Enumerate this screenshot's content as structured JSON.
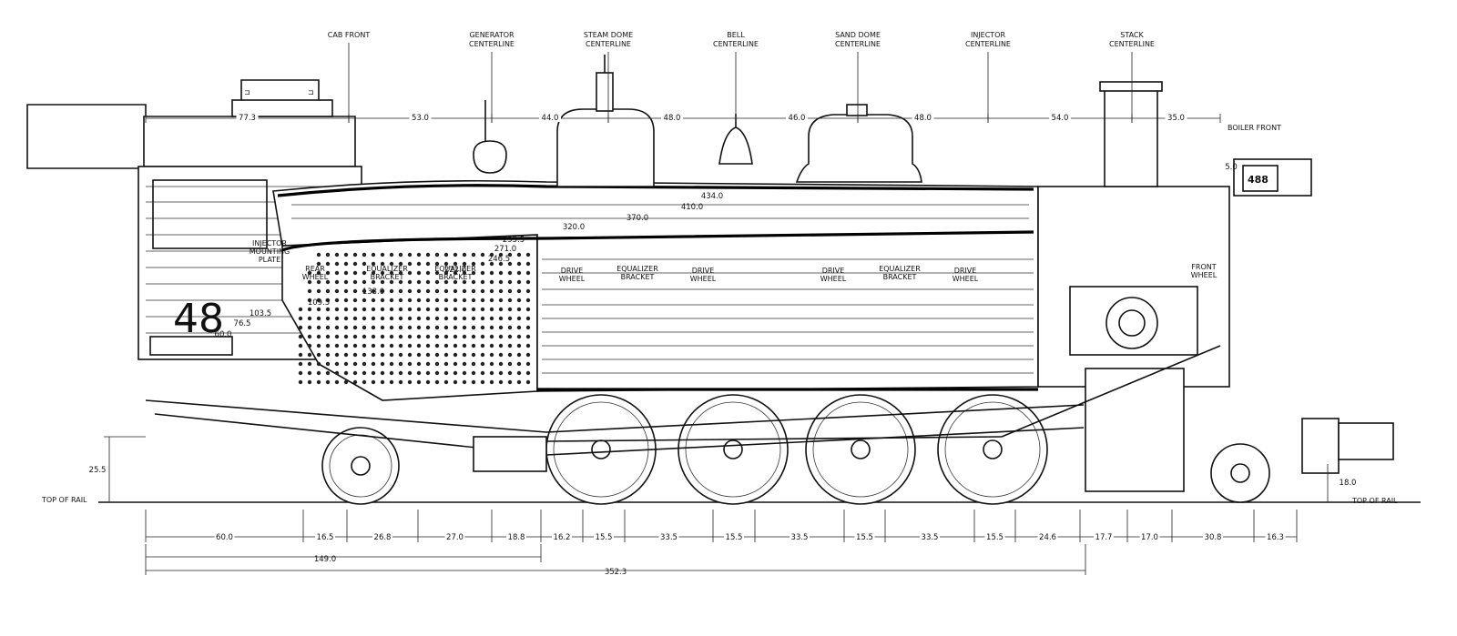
{
  "callouts": [
    {
      "id": "cab-front",
      "lines": [
        "CAB FRONT"
      ]
    },
    {
      "id": "generator",
      "lines": [
        "GENERATOR",
        "CENTERLINE"
      ]
    },
    {
      "id": "steam-dome",
      "lines": [
        "STEAM DOME",
        "CENTERLINE"
      ]
    },
    {
      "id": "bell",
      "lines": [
        "BELL",
        "CENTERLINE"
      ]
    },
    {
      "id": "sand-dome",
      "lines": [
        "SAND DOME",
        "CENTERLINE"
      ]
    },
    {
      "id": "injector",
      "lines": [
        "INJECTOR",
        "CENTERLINE"
      ]
    },
    {
      "id": "stack",
      "lines": [
        "STACK",
        "CENTERLINE"
      ]
    }
  ],
  "labels": {
    "boiler_front": "BOILER FRONT",
    "top_of_rail": "TOP OF RAIL",
    "top_of_rail_right": "TOP OF RAIL",
    "injector_mounting": [
      "INJECTOR",
      "MOUNTING",
      "PLATE"
    ],
    "rear_wheel": [
      "REAR",
      "WHEEL"
    ],
    "equalizer_bracket_1": [
      "EQUALIZER",
      "BRACKET"
    ],
    "equalizer_bracket_2": [
      "EQUALIZER",
      "BRACKET"
    ],
    "equalizer_bracket_3": [
      "EQUALIZER",
      "BRACKET"
    ],
    "equalizer_bracket_4": [
      "EQUALIZER",
      "BRACKET"
    ],
    "drive_wheel_1": [
      "DRIVE",
      "WHEEL"
    ],
    "drive_wheel_2": [
      "DRIVE",
      "WHEEL"
    ],
    "drive_wheel_3": [
      "DRIVE",
      "WHEEL"
    ],
    "drive_wheel_4": [
      "DRIVE",
      "WHEEL"
    ],
    "front_wheel": [
      "FRONT",
      "WHEEL"
    ],
    "number_plate": "488",
    "cab_number": "48"
  },
  "top_dimensions": [
    "77.3",
    "53.0",
    "44.0",
    "48.0",
    "46.0",
    "48.0",
    "54.0",
    "35.0"
  ],
  "boiler_front_offset": "5.0",
  "internal_dimensions": [
    "434.0",
    "410.0",
    "370.0",
    "320.0",
    "295.5",
    "271.0",
    "246.5",
    "222.0",
    "133.0",
    "103.5",
    "109.5",
    "76.5",
    "60.0"
  ],
  "height_dimensions": {
    "left": "25.5",
    "right": "18.0"
  },
  "bottom_dimensions": [
    "60.0",
    "16.5",
    "26.8",
    "27.0",
    "18.8",
    "16.2",
    "15.5",
    "33.5",
    "15.5",
    "33.5",
    "15.5",
    "33.5",
    "15.5",
    "24.6",
    "17.7",
    "17.0",
    "30.8",
    "16.3"
  ],
  "overall_dimensions": [
    "149.0",
    "352.3"
  ]
}
